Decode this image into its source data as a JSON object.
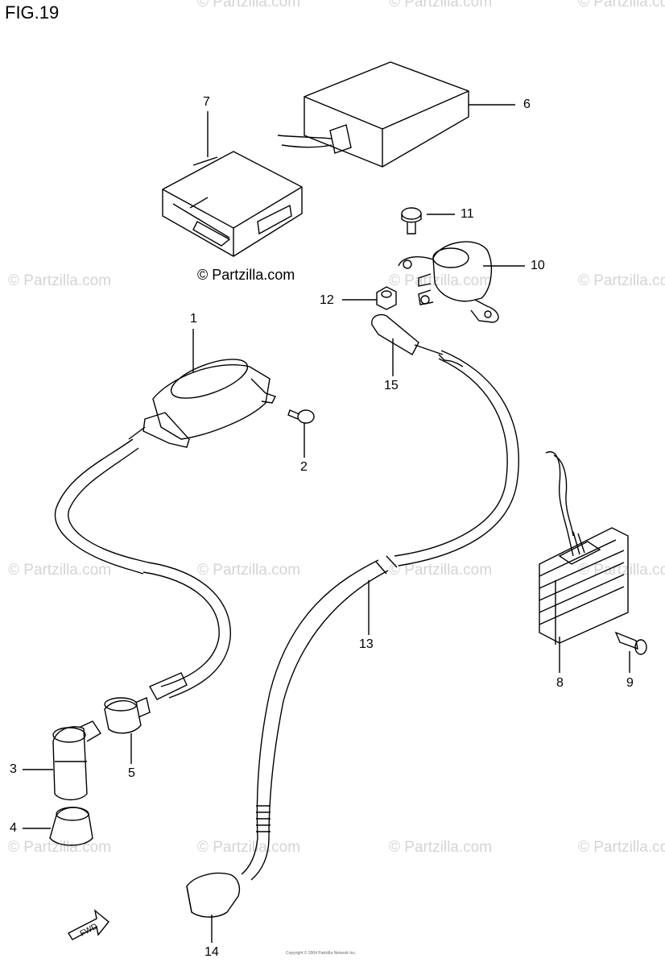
{
  "figure": {
    "title": "FIG.19",
    "brand_mark": "© Partzilla.com",
    "fwd_label": "FWD",
    "copyright": "Copyright © 2004 Partzilla Network Inc."
  },
  "watermark": {
    "text": "© Partzilla.com",
    "color": "#d4d4d4"
  },
  "callouts": [
    {
      "id": "1",
      "text": "1"
    },
    {
      "id": "2",
      "text": "2"
    },
    {
      "id": "3",
      "text": "3"
    },
    {
      "id": "4",
      "text": "4"
    },
    {
      "id": "5",
      "text": "5"
    },
    {
      "id": "6",
      "text": "6"
    },
    {
      "id": "7",
      "text": "7"
    },
    {
      "id": "8",
      "text": "8"
    },
    {
      "id": "9",
      "text": "9"
    },
    {
      "id": "10",
      "text": "10"
    },
    {
      "id": "11",
      "text": "11"
    },
    {
      "id": "12",
      "text": "12"
    },
    {
      "id": "13",
      "text": "13"
    },
    {
      "id": "14",
      "text": "14"
    },
    {
      "id": "15",
      "text": "15"
    }
  ]
}
